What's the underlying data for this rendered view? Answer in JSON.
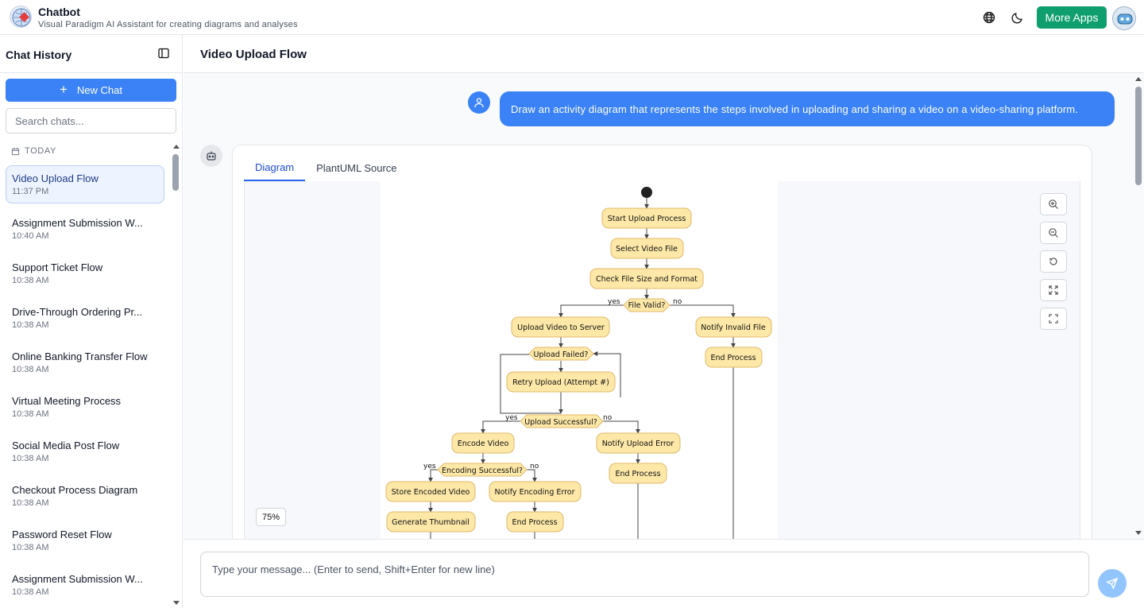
{
  "header": {
    "title": "Chatbot",
    "subtitle": "Visual Paradigm AI Assistant for creating diagrams and analyses",
    "more_apps": "More Apps",
    "icons": [
      "globe-icon",
      "moon-icon",
      "avatar"
    ]
  },
  "sidebar": {
    "title": "Chat History",
    "new_chat": "New Chat",
    "search_placeholder": "Search chats...",
    "group_label": "TODAY",
    "items": [
      {
        "name": "Video Upload Flow",
        "time": "11:37 PM"
      },
      {
        "name": "Assignment Submission W...",
        "time": "10:40 AM"
      },
      {
        "name": "Support Ticket Flow",
        "time": "10:38 AM"
      },
      {
        "name": "Drive-Through Ordering Pr...",
        "time": "10:38 AM"
      },
      {
        "name": "Online Banking Transfer Flow",
        "time": "10:38 AM"
      },
      {
        "name": "Virtual Meeting Process",
        "time": "10:38 AM"
      },
      {
        "name": "Social Media Post Flow",
        "time": "10:38 AM"
      },
      {
        "name": "Checkout Process Diagram",
        "time": "10:38 AM"
      },
      {
        "name": "Password Reset Flow",
        "time": "10:38 AM"
      },
      {
        "name": "Assignment Submission W...",
        "time": "10:38 AM"
      }
    ]
  },
  "main": {
    "title": "Video Upload Flow",
    "user_message": "Draw an activity diagram that represents the steps involved in uploading and sharing a video on a video-sharing platform.",
    "tabs": [
      {
        "label": "Diagram"
      },
      {
        "label": "PlantUML Source"
      }
    ],
    "zoom_level": "75%",
    "input_placeholder": "Type your message... (Enter to send, Shift+Enter for new line)"
  },
  "diagram": {
    "nodes": {
      "start_upload": "Start Upload Process",
      "select_file": "Select Video File",
      "check_size": "Check File Size and Format",
      "file_valid": "File Valid?",
      "upload_server": "Upload Video to Server",
      "notify_invalid": "Notify Invalid File",
      "end1": "End Process",
      "upload_failed": "Upload Failed?",
      "retry_upload": "Retry Upload (Attempt #)",
      "upload_success": "Upload Successful?",
      "encode": "Encode Video",
      "notify_upload_err": "Notify Upload Error",
      "encoding_success": "Encoding Successful?",
      "end2": "End Process",
      "store_encoded": "Store Encoded Video",
      "notify_encoding_err": "Notify Encoding Error",
      "gen_thumb": "Generate Thumbnail",
      "end3": "End Process"
    },
    "labels": {
      "yes": "yes",
      "no": "no"
    },
    "colors": {
      "node_fill": "#fde8a8",
      "node_stroke": "#e0b96a",
      "line": "#444444"
    }
  }
}
